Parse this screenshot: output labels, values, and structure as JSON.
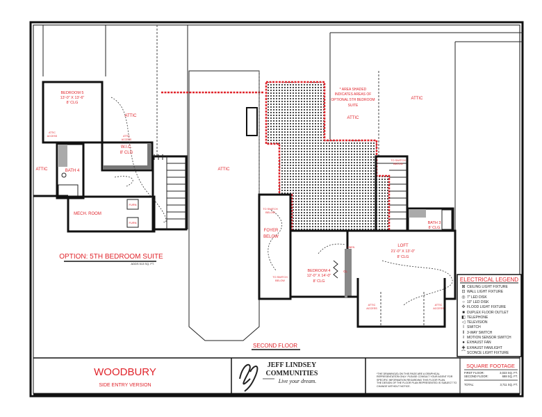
{
  "plan": {
    "title": "WOODBURY",
    "subtitle": "SIDE ENTRY VERSION",
    "floor_label": "SECOND FLOOR",
    "option_title": "OPTION: 5TH BEDROOM SUITE",
    "option_adds": "ADDS 513 SQ. FT.",
    "shaded_note": [
      "* AREA SHADED",
      "INDICATES AREAS OF",
      "OPTIONAL 5TH BEDROOM",
      "SUITE"
    ]
  },
  "rooms": {
    "bedroom5": {
      "name": "BEDROOM 5",
      "size": "13'-0\" X 13'-6\"",
      "clg": "8' CLG"
    },
    "wic": {
      "name": "W.I.C.",
      "clg": "8' CLG"
    },
    "bath4": "BATH 4",
    "mech": "MECH. ROOM",
    "furn": "FURN",
    "attic": "ATTIC",
    "attic_access": [
      "ATTIC",
      "ACCESS"
    ],
    "foyer": [
      "FOYER",
      "BELOW"
    ],
    "to_switch": [
      "TO SWITCH",
      "BELOW"
    ],
    "bedroom4": {
      "name": "BEDROOM 4",
      "size": "12'-0\" X 14'-0\"",
      "clg": "8' CLG"
    },
    "loft": {
      "name": "LOFT",
      "size": "21'-0\" X 13'-0\"",
      "clg": "8' CLG"
    },
    "bath3": {
      "name": "BATH 3",
      "clg": "8' CLG"
    },
    "cl": "CL",
    "linen": "LINEN"
  },
  "legend": {
    "title": "ELECTRICAL LEGEND",
    "items": [
      {
        "icon": "ceiling-light-icon",
        "glyph": "⊠",
        "label": "CEILING LIGHT FIXTURE"
      },
      {
        "icon": "wall-light-icon",
        "glyph": "⊡",
        "label": "WALL LIGHT FIXTURE"
      },
      {
        "icon": "led-disk-7-icon",
        "glyph": "◎",
        "label": "7\" LED DISK"
      },
      {
        "icon": "led-disk-10-icon",
        "glyph": "○",
        "label": "10\" LED DISK"
      },
      {
        "icon": "flood-light-icon",
        "glyph": "✣",
        "label": "FLOOD LIGHT FIXTURE"
      },
      {
        "icon": "floor-outlet-icon",
        "glyph": "■",
        "label": "DUPLEX FLOOR OUTLET"
      },
      {
        "icon": "telephone-icon",
        "glyph": "◧",
        "label": "TELEPHONE"
      },
      {
        "icon": "television-icon",
        "glyph": "◁",
        "label": "TELEVISION"
      },
      {
        "icon": "switch-icon",
        "glyph": "ǀ",
        "label": "SWITCH"
      },
      {
        "icon": "three-way-switch-icon",
        "glyph": "ǁ",
        "label": "3-WAY SWITCH"
      },
      {
        "icon": "motion-switch-icon",
        "glyph": "ł",
        "label": "MOTION SENSOR SWITCH"
      },
      {
        "icon": "exhaust-fan-icon",
        "glyph": "●",
        "label": "EXHAUST FAN"
      },
      {
        "icon": "exhaust-fan-light-icon",
        "glyph": "✚",
        "label": "EXHAUST FAN/LIGHT"
      },
      {
        "icon": "sconce-light-icon",
        "glyph": "⌒",
        "label": "SCONCE LIGHT FIXTURE"
      }
    ]
  },
  "square_footage": {
    "title": "SQUARE FOOTAGE",
    "first_label": "FIRST FLOOR:",
    "first_value": "3,023 SQ. FT.",
    "second_label": "SECOND FLOOR:",
    "second_value": "688 SQ. FT.",
    "total_label": "TOTAL:",
    "total_value": "3,711 SQ. FT."
  },
  "brand": {
    "name_line1": "JEFF LINDSEY",
    "name_line2": "COMMUNITIES",
    "tagline": "Live your dream."
  },
  "disclaimer": [
    "*THE DRAWING(S) ON THIS PAGE ARE A GRAPHICAL",
    "REPRESENTATION ONLY. PLEASE CONSULT YOUR AGENT FOR",
    "SPECIFIC INFORMATION REGARDING THIS FLOOR PLAN.",
    "THE DESIGN OF THE FLOOR PLAN REPRESENTED IS SUBJECT TO",
    "CHANGE WITHOUT NOTICE."
  ],
  "colors": {
    "accent": "#e0242b",
    "line": "#111111"
  }
}
